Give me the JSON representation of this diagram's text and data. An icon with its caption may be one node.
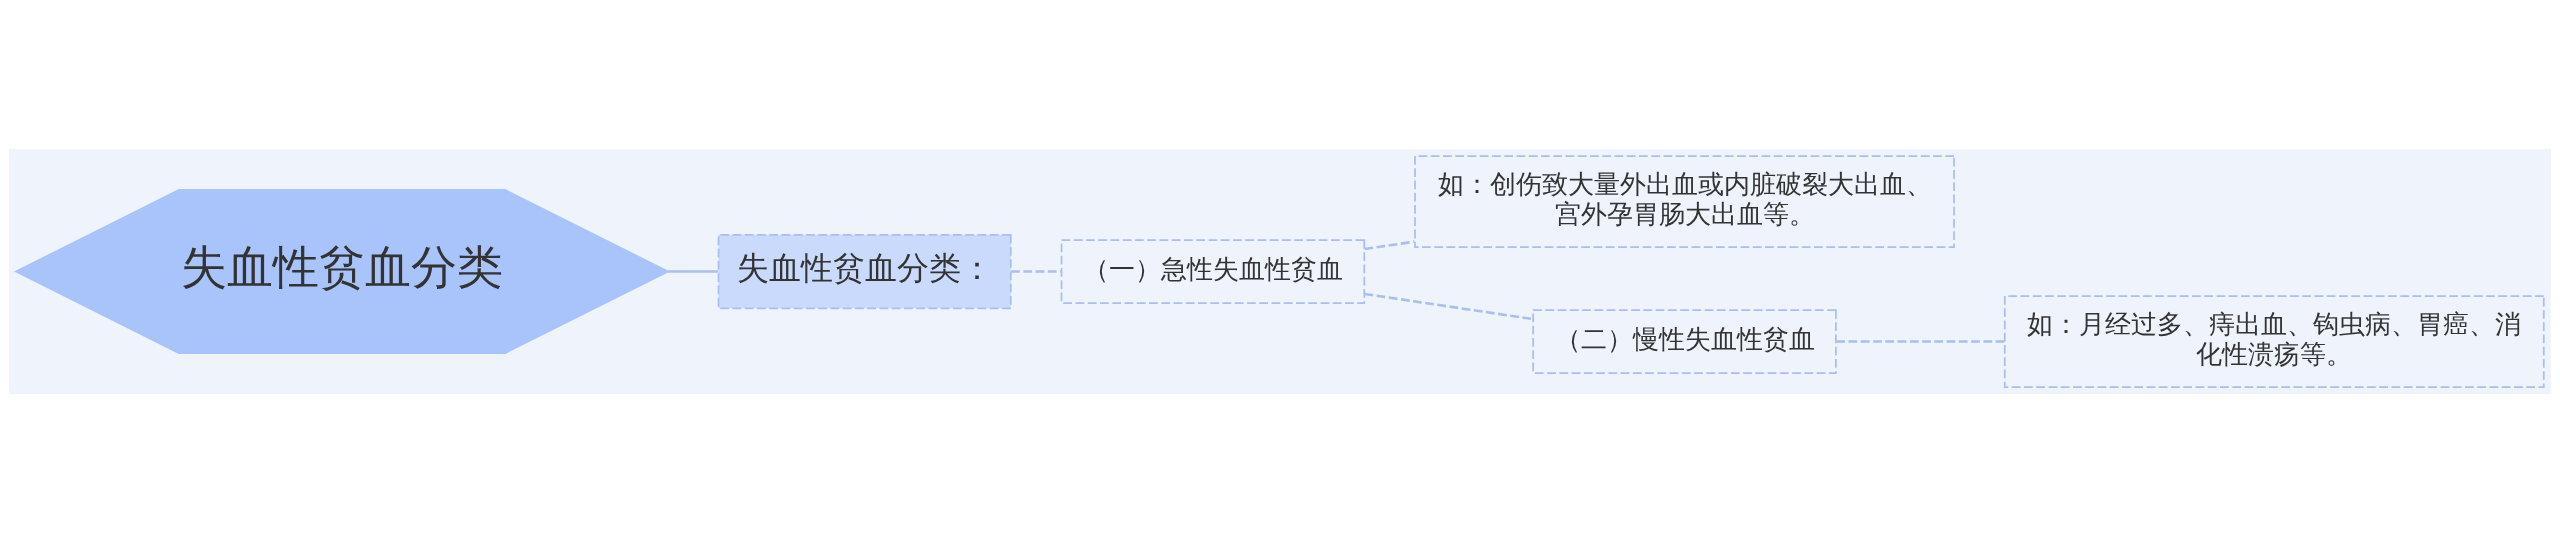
{
  "diagram": {
    "nodes": [
      {
        "text": [
          "失血性贫血分类"
        ]
      },
      {
        "text": [
          "失血性贫血分类："
        ]
      },
      {
        "text": [
          "（一）急性失血性贫血"
        ]
      },
      {
        "text": [
          "如：创伤致大量外出血或内脏破裂大出血、宫外孕胃肠大出血等。"
        ]
      },
      {
        "text": [
          "（二）慢性失血性贫血"
        ]
      },
      {
        "text": [
          "如：月经过多、痔出血、钩虫病、胃癌、消化性溃疡等。"
        ]
      }
    ],
    "edges": [
      {
        "from": 0,
        "to": 1,
        "arrow": "none"
      },
      {
        "from": 1,
        "to": 2,
        "arrow": "none",
        "style": "dashed"
      },
      {
        "from": 2,
        "to": 3,
        "arrow": "none",
        "style": "dashed"
      },
      {
        "from": 2,
        "to": 4,
        "arrow": "none",
        "style": "dashed"
      },
      {
        "from": 4,
        "to": 5,
        "arrow": "none",
        "style": "dashed"
      }
    ]
  }
}
